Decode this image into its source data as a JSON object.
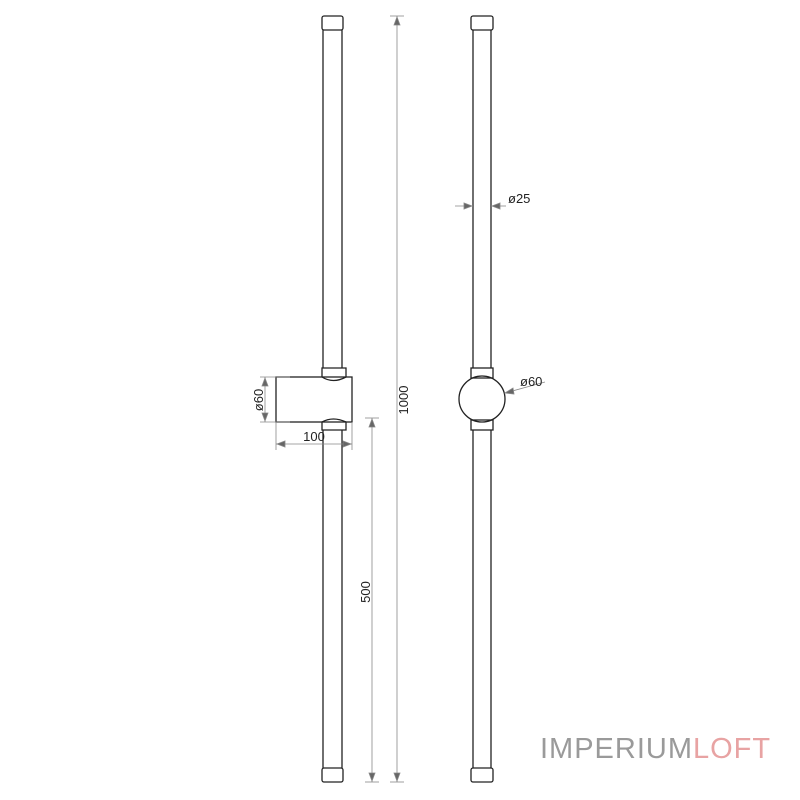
{
  "dimensions": {
    "total_length": "1000",
    "mount_height": "500",
    "mount_depth": "100",
    "mount_diameter_side": "ø60",
    "mount_diameter_front": "ø60",
    "tube_diameter": "ø25"
  },
  "logo": {
    "part1": "IMPERIUM",
    "part2": "LOFT",
    "color_part1": "#9a9a9a",
    "color_part2": "#e8a3a3"
  }
}
